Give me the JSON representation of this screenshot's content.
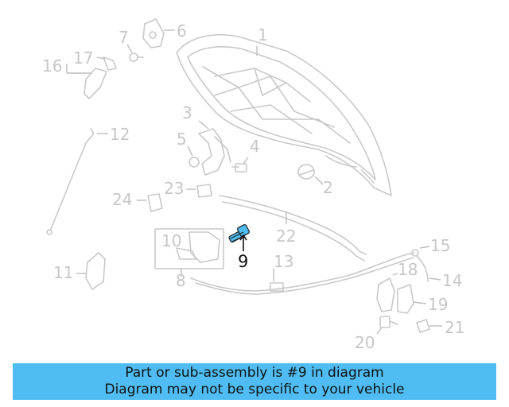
{
  "highlight_color": "#4fbdf3",
  "banner": {
    "line1": "Part or sub-assembly is #9 in diagram",
    "line2": "Diagram may not be specific to your vehicle"
  },
  "callouts": {
    "c1": "1",
    "c2": "2",
    "c3": "3",
    "c4": "4",
    "c5": "5",
    "c6": "6",
    "c7": "7",
    "c8": "8",
    "c9": "9",
    "c10": "10",
    "c11": "11",
    "c12": "12",
    "c13": "13",
    "c14": "14",
    "c15": "15",
    "c16": "16",
    "c17": "17",
    "c18": "18",
    "c19": "19",
    "c20": "20",
    "c21": "21",
    "c22": "22",
    "c23": "23",
    "c24": "24"
  },
  "highlighted_part": "9"
}
